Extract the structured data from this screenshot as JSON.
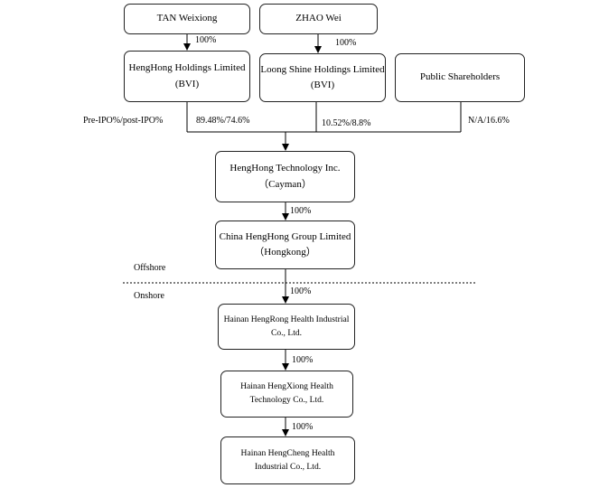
{
  "nodes": {
    "tan": {
      "line1": "TAN Weixiong"
    },
    "zhao": {
      "line1": "ZHAO Wei"
    },
    "henghong_holdings": {
      "line1": "HengHong Holdings Limited",
      "line2": "(BVI)"
    },
    "loong_shine": {
      "line1": "Loong Shine Holdings Limited",
      "line2": "(BVI)"
    },
    "public": {
      "line1": "Public Shareholders"
    },
    "henghong_tech": {
      "line1": "HengHong Technology Inc.",
      "line2": "（Cayman）"
    },
    "china_henghong": {
      "line1": "China HengHong Group Limited",
      "line2": "（Hongkong）"
    },
    "hainan_hengrong": {
      "line1": "Hainan HengRong Health Industrial",
      "line2": "Co., Ltd."
    },
    "hainan_hengxiong": {
      "line1": "Hainan HengXiong Health",
      "line2": "Technology Co., Ltd."
    },
    "hainan_hengcheng": {
      "line1": "Hainan HengCheng Health",
      "line2": "Industrial Co., Ltd."
    }
  },
  "labels": {
    "tan_to_hh": "100%",
    "zhao_to_ls": "100%",
    "pre_post_ipo": "Pre-IPO%/post-IPO%",
    "hh_stake": "89.48%/74.6%",
    "ls_stake": "10.52%/8.8%",
    "public_stake": "N/A/16.6%",
    "tech_to_china": "100%",
    "china_to_hengrong": "100%",
    "hengrong_to_hengxiong": "100%",
    "hengxiong_to_hengcheng": "100%",
    "offshore": "Offshore",
    "onshore": "Onshore"
  }
}
